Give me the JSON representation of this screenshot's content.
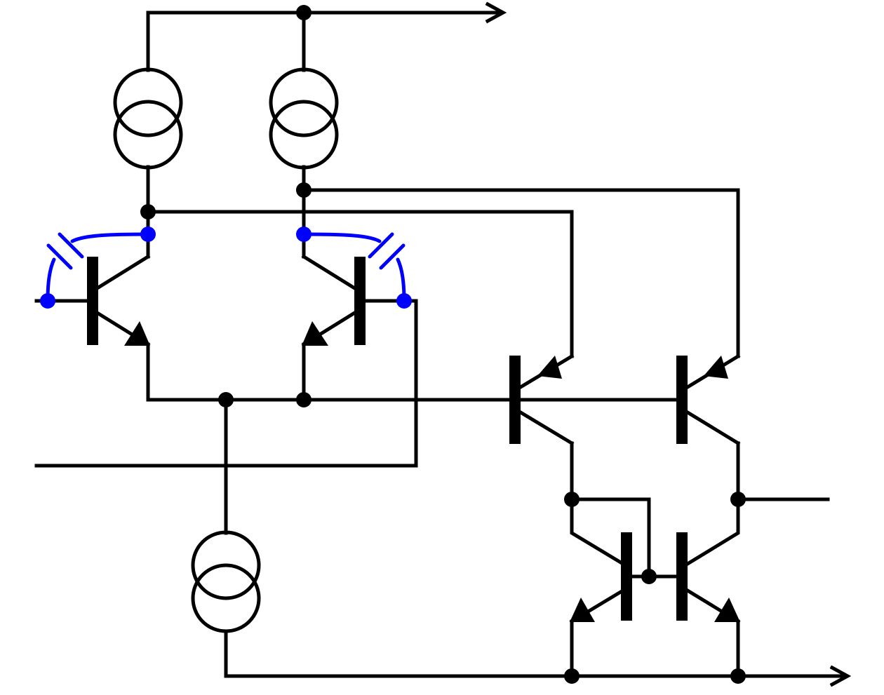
{
  "diagram": {
    "colors": {
      "wire": "#000000",
      "parasitic_highlight": "#0000ff",
      "background": "#ffffff"
    },
    "components": {
      "npn_transistors": 2,
      "pnp_transistors": 2,
      "current_mirror_npn_transistors": 2,
      "current_sources": 3,
      "parasitic_capacitors": 2
    },
    "symbols": [
      "npn-transistor",
      "pnp-transistor",
      "current-source",
      "capacitor",
      "arrow-right",
      "junction-dot"
    ]
  }
}
